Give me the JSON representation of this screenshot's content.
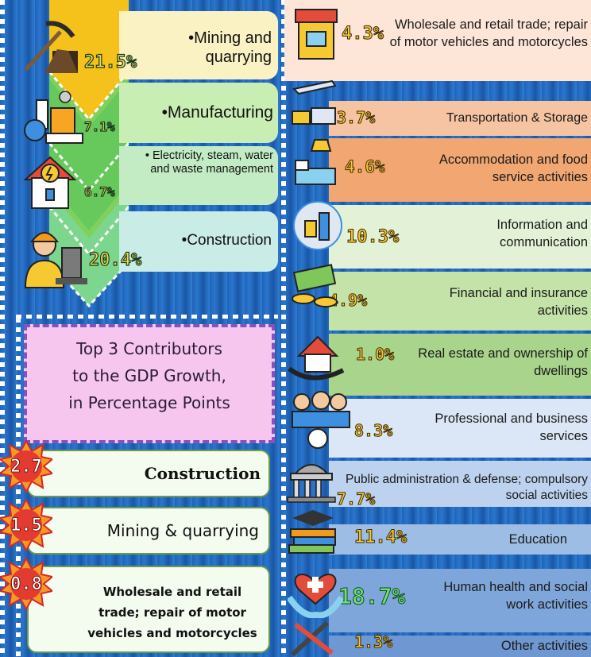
{
  "industry": [
    {
      "percent": "21.5%",
      "label": "•Mining and quarrying"
    },
    {
      "percent": "7.1%",
      "label": "•Manufacturing"
    },
    {
      "percent": "6.7%",
      "label": "• Electricity, steam, water and waste management"
    },
    {
      "percent": "20.4%",
      "label": "•Construction"
    }
  ],
  "services": [
    {
      "percent": "4.3%",
      "label": "Wholesale and retail trade; repair of motor vehicles and motorcycles",
      "color": "#fde6d8"
    },
    {
      "percent": "3.7%",
      "label": "Transportation & Storage",
      "color": "#f7c4a3"
    },
    {
      "percent": "4.6%",
      "label": "Accommodation and food service activities",
      "color": "#f2a672"
    },
    {
      "percent": "10.3%",
      "label": "Information and communication",
      "color": "#e3f2d6"
    },
    {
      "percent": "4.9%",
      "label": "Financial and insurance activities",
      "color": "#c4e3a9"
    },
    {
      "percent": "1.0%",
      "label": "Real estate and ownership of dwellings",
      "color": "#a9d48b"
    },
    {
      "percent": "8.3%",
      "label": "Professional and business services",
      "color": "#dbe7f6"
    },
    {
      "percent": "7.7%",
      "label": "Public administration & defense; compulsory social activities",
      "color": "#bcd2ee"
    },
    {
      "percent": "11.4%",
      "label": "Education",
      "color": "#9dbde4"
    },
    {
      "percent": "18.7%",
      "label": "Human health and social work activities",
      "color": "#7fa6da"
    },
    {
      "percent": "1.3%",
      "label": "Other activities",
      "color": "#6f98d2"
    }
  ],
  "top3": {
    "title_line1": "Top 3 Contributors",
    "title_line2": "to the GDP Growth,",
    "title_line3": "in Percentage Points",
    "items": [
      {
        "value": "2.7",
        "label": "Construction"
      },
      {
        "value": "1.5",
        "label": "Mining & quarrying"
      },
      {
        "value": "0.8",
        "label": "Wholesale and retail trade; repair of motor vehicles and motorcycles"
      }
    ]
  },
  "colors": {
    "industry_arrow": "#f4c21a",
    "arrow_green": "#8ad45a",
    "card_yellow": "#fbf2c4",
    "card_green": "#c9eeb4",
    "card_teal": "#c9ece6"
  }
}
